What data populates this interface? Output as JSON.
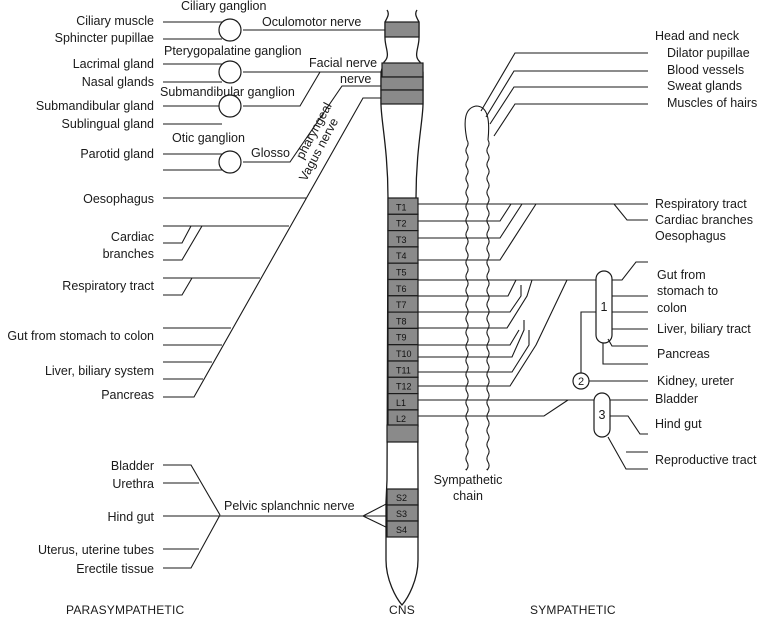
{
  "sections": {
    "parasympathetic": "PARASYMPATHETIC",
    "cns": "CNS",
    "sympathetic": "SYMPATHETIC"
  },
  "parasympathetic": {
    "ganglia": [
      {
        "name": "Ciliary ganglion",
        "targets": [
          "Ciliary muscle",
          "Sphincter pupillae"
        ],
        "nerve": "Oculomotor nerve"
      },
      {
        "name": "Pterygopalatine ganglion",
        "targets": [
          "Lacrimal gland",
          "Nasal glands"
        ],
        "nerve": "Facial nerve"
      },
      {
        "name": "Submandibular ganglion",
        "targets": [
          "Submandibular gland",
          "Sublingual gland"
        ],
        "nerve": ""
      },
      {
        "name": "Otic ganglion",
        "targets": [
          "Parotid gland"
        ],
        "nerve": ""
      }
    ],
    "nerve_labels": {
      "glosso": "Glosso",
      "pharyngeal": "pharyngeal",
      "nerve": "nerve",
      "vagus": "Vagus nerve",
      "pelvic": "Pelvic splanchnic nerve"
    },
    "vagus_targets": [
      "Oesophagus",
      "Cardiac",
      "branches",
      "Respiratory tract",
      "Gut from stomach to colon",
      "Liver, biliary system",
      "Pancreas"
    ],
    "pelvic_targets": [
      "Bladder",
      "Urethra",
      "Hind gut",
      "Uterus, uterine tubes",
      "Erectile tissue"
    ]
  },
  "cns": {
    "thoracic_segments": [
      "T1",
      "T2",
      "T3",
      "T4",
      "T5",
      "T6",
      "T7",
      "T8",
      "T9",
      "T10",
      "T11",
      "T12"
    ],
    "lumbar_segments": [
      "L1",
      "L2"
    ],
    "sacral_segments": [
      "S2",
      "S3",
      "S4"
    ]
  },
  "sympathetic": {
    "chain_label": [
      "Sympathetic",
      "chain"
    ],
    "ganglia_labels": [
      "1",
      "2",
      "3"
    ],
    "head_targets": [
      "Head and neck",
      "Dilator pupillae",
      "Blood vessels",
      "Sweat glands",
      "Muscles of hairs"
    ],
    "thoracic_targets": [
      "Respiratory tract",
      "Cardiac branches",
      "Oesophagus"
    ],
    "abdominal_targets": [
      "Gut from",
      "stomach to",
      "colon",
      "Liver, biliary tract",
      "Pancreas",
      "Kidney, ureter"
    ],
    "pelvic_targets": [
      "Bladder",
      "Hind gut",
      "Reproductive tract"
    ]
  }
}
